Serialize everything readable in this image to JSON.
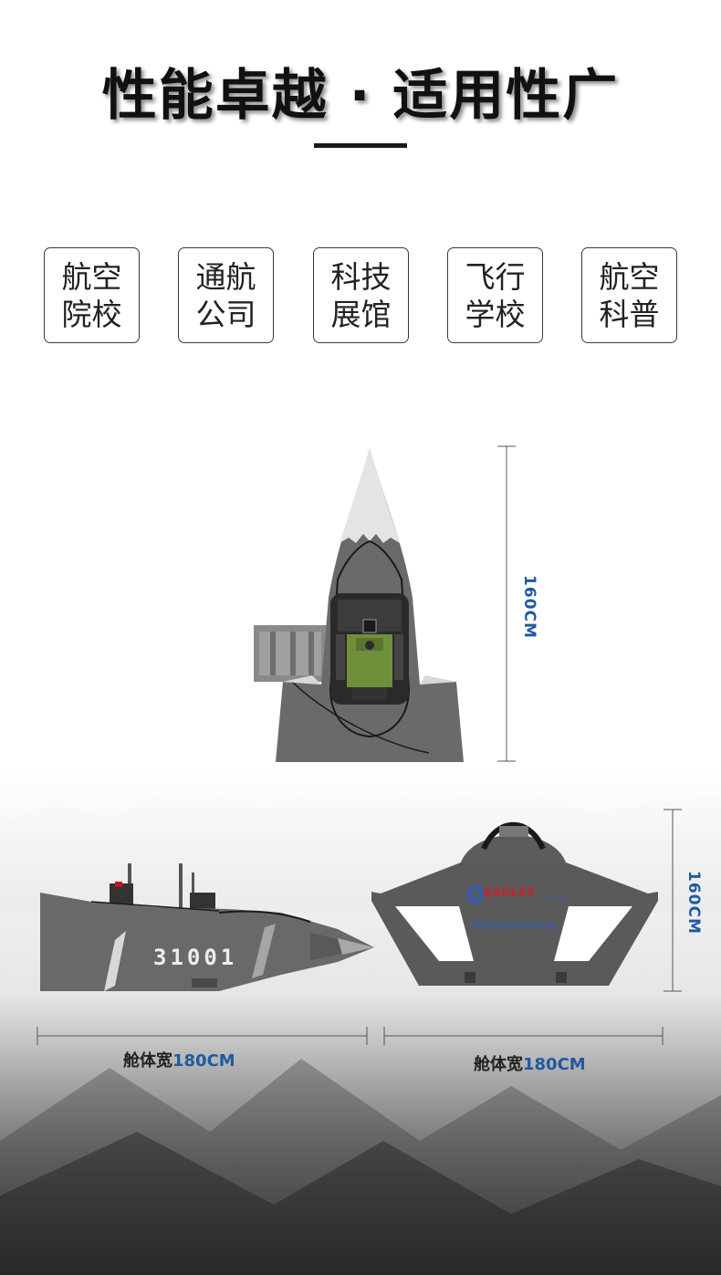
{
  "header": {
    "title": "性能卓越 · 适用性广"
  },
  "tags": [
    {
      "line1": "航空",
      "line2": "院校"
    },
    {
      "line1": "通航",
      "line2": "公司"
    },
    {
      "line1": "科技",
      "line2": "展馆"
    },
    {
      "line1": "飞行",
      "line2": "学校"
    },
    {
      "line1": "航空",
      "line2": "科普"
    }
  ],
  "top_view": {
    "height_label": "160CM"
  },
  "side_view": {
    "tail_number": "31001",
    "width_prefix": "舱体宽",
    "width_value": "180CM"
  },
  "front_view": {
    "height_label": "160CM",
    "width_prefix": "舱体宽",
    "width_value": "180CM",
    "logo_main": "EAGLES",
    "logo_sub": "FUTURE",
    "logo_script": "FlyingSoaring"
  },
  "colors": {
    "accent_blue": "#1f5aa0",
    "body_gray": "#6b6b6b",
    "text_dark": "#111111"
  }
}
